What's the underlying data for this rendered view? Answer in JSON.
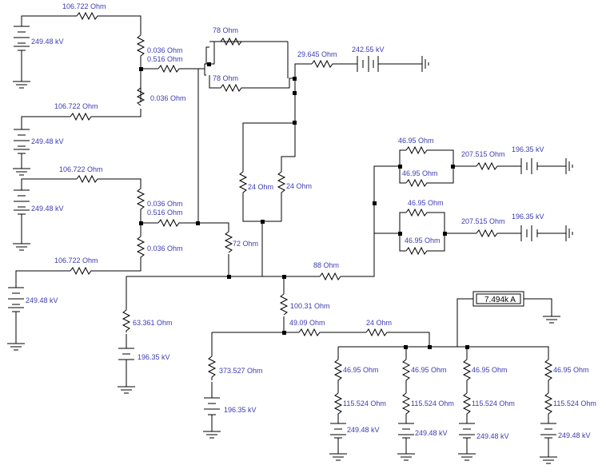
{
  "labels": {
    "r1": "106.722  Ohm",
    "r2": "0.036  Ohm",
    "r3": "0.516  Ohm",
    "r4": "0.036  Ohm",
    "r5": "106.722  Ohm",
    "r6": "106.722  Ohm",
    "r7": "0.036  Ohm",
    "r8": "0.516  Ohm",
    "r9": "0.036  Ohm",
    "r10": "106.722  Ohm",
    "r11": "78  Ohm",
    "r12": "78  Ohm",
    "r13": "29.645  Ohm",
    "r14": "24  Ohm",
    "r15": "24  Ohm",
    "r16": "72  Ohm",
    "r17": "88  Ohm",
    "r18": "63.361  Ohm",
    "r19": "100.31  Ohm",
    "r20": "49.09  Ohm",
    "r21": "24  Ohm",
    "r22": "373.527  Ohm",
    "r23": "46.95  Ohm",
    "r24": "46.95  Ohm",
    "r25": "207.515  Ohm",
    "r26": "46.95  Ohm",
    "r27": "46.95  Ohm",
    "r28": "207.515  Ohm",
    "r29": "46.95  Ohm",
    "r30": "115.524  Ohm",
    "r31": "46.95  Ohm",
    "r32": "115.524  Ohm",
    "r33": "46.95  Ohm",
    "r34": "115.524  Ohm",
    "r35": "46.95  Ohm",
    "r36": "115.524  Ohm",
    "v1": "249.48 kV",
    "v2": "249.48 kV",
    "v3": "249.48 kV",
    "v4": "249.48 kV",
    "v5": "242.55 kV",
    "v6": "196.35 kV",
    "v7": "196.35 kV",
    "v8": "196.35 kV",
    "v9": "196.35 kV",
    "v10": "249.48 kV",
    "v11": "249.48 kV",
    "v12": "249.48 kV",
    "v13": "249.48 kV"
  },
  "ammeter": {
    "reading": "7.494k  A"
  }
}
